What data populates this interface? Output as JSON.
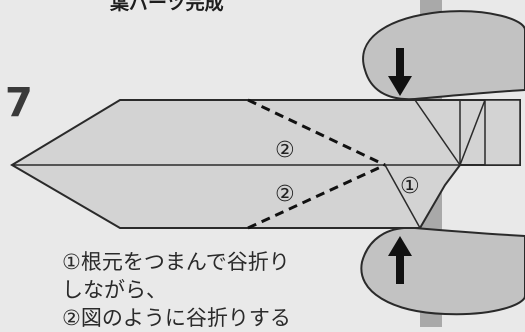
{
  "step": {
    "number": "7"
  },
  "header": {
    "text": "葉パーツ完成"
  },
  "instructions": [
    "①根元をつまんで谷折り",
    "しながら、",
    "②図のように谷折りする"
  ],
  "labels": {
    "fold_upper": "②",
    "fold_lower": "②",
    "pinch": "①"
  },
  "colors": {
    "background": "#e9e9e9",
    "paper": "#d3d3d3",
    "outline": "#2a2a2a",
    "hand": "#c2c2c2",
    "arrow": "#111111",
    "bar": "#a9a9a9"
  },
  "icons": {
    "press_down": "arrow-down-icon",
    "press_up": "arrow-up-icon"
  }
}
